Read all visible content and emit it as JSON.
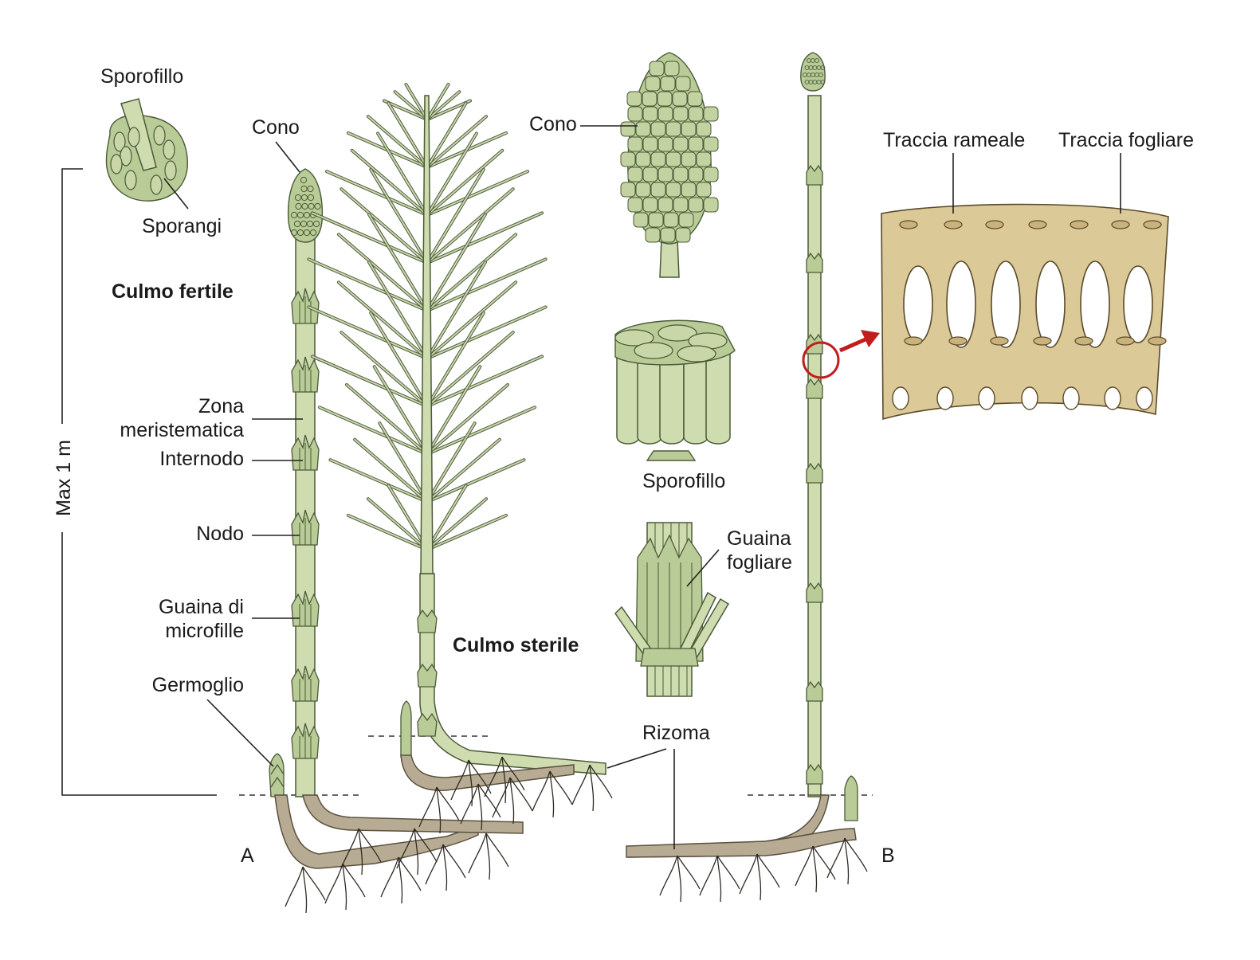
{
  "labels": {
    "sporofillo_top": "Sporofillo",
    "sporangi": "Sporangi",
    "cono_left": "Cono",
    "culmo_fertile": "Culmo fertile",
    "zona_1": "Zona",
    "zona_2": "meristematica",
    "internodo": "Internodo",
    "nodo": "Nodo",
    "guaina_micro_1": "Guaina di",
    "guaina_micro_2": "microfille",
    "germoglio": "Germoglio",
    "max_1m": "Max 1 m",
    "panel_a": "A",
    "cono_mid": "Cono",
    "sporofillo_mid": "Sporofillo",
    "guaina_fogl_1": "Guaina",
    "guaina_fogl_2": "fogliare",
    "culmo_sterile": "Culmo sterile",
    "rizoma": "Rizoma",
    "panel_b": "B",
    "traccia_rameale": "Traccia rameale",
    "traccia_fogliare": "Traccia fogliare"
  },
  "colors": {
    "plant_green": "#cfdcb0",
    "plant_outline": "#4a5a38",
    "rhizome_brown": "#b7ac93",
    "section_tan": "#dcc998",
    "arrow_red": "#c21d1d"
  }
}
